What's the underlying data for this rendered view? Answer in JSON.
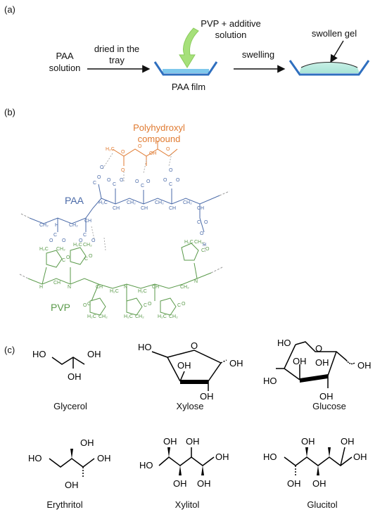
{
  "panels": {
    "a": "(a)",
    "b": "(b)",
    "c": "(c)"
  },
  "panel_a": {
    "paa_solution": [
      "PAA",
      "solution"
    ],
    "dried_label": [
      "dried in the",
      "tray"
    ],
    "pvp_label": [
      "PVP + additive",
      "solution"
    ],
    "film_label": "PAA film",
    "swelling_label": "swelling",
    "gel_label": "swollen gel"
  },
  "panel_b": {
    "polyhydroxyl_label": [
      "Polyhydroxyl",
      "compound"
    ],
    "paa_label": "PAA",
    "pvp_label": "PVP",
    "colors": {
      "paa": "#4a6aa8",
      "pvp": "#5a9a4a",
      "polyol": "#e07a30"
    }
  },
  "panel_c": {
    "molecules": [
      "Glycerol",
      "Xylose",
      "Glucose",
      "Erythritol",
      "Xylitol",
      "Glucitol"
    ],
    "groups": {
      "ho": "HO",
      "oh": "OH",
      "o": "O"
    }
  }
}
